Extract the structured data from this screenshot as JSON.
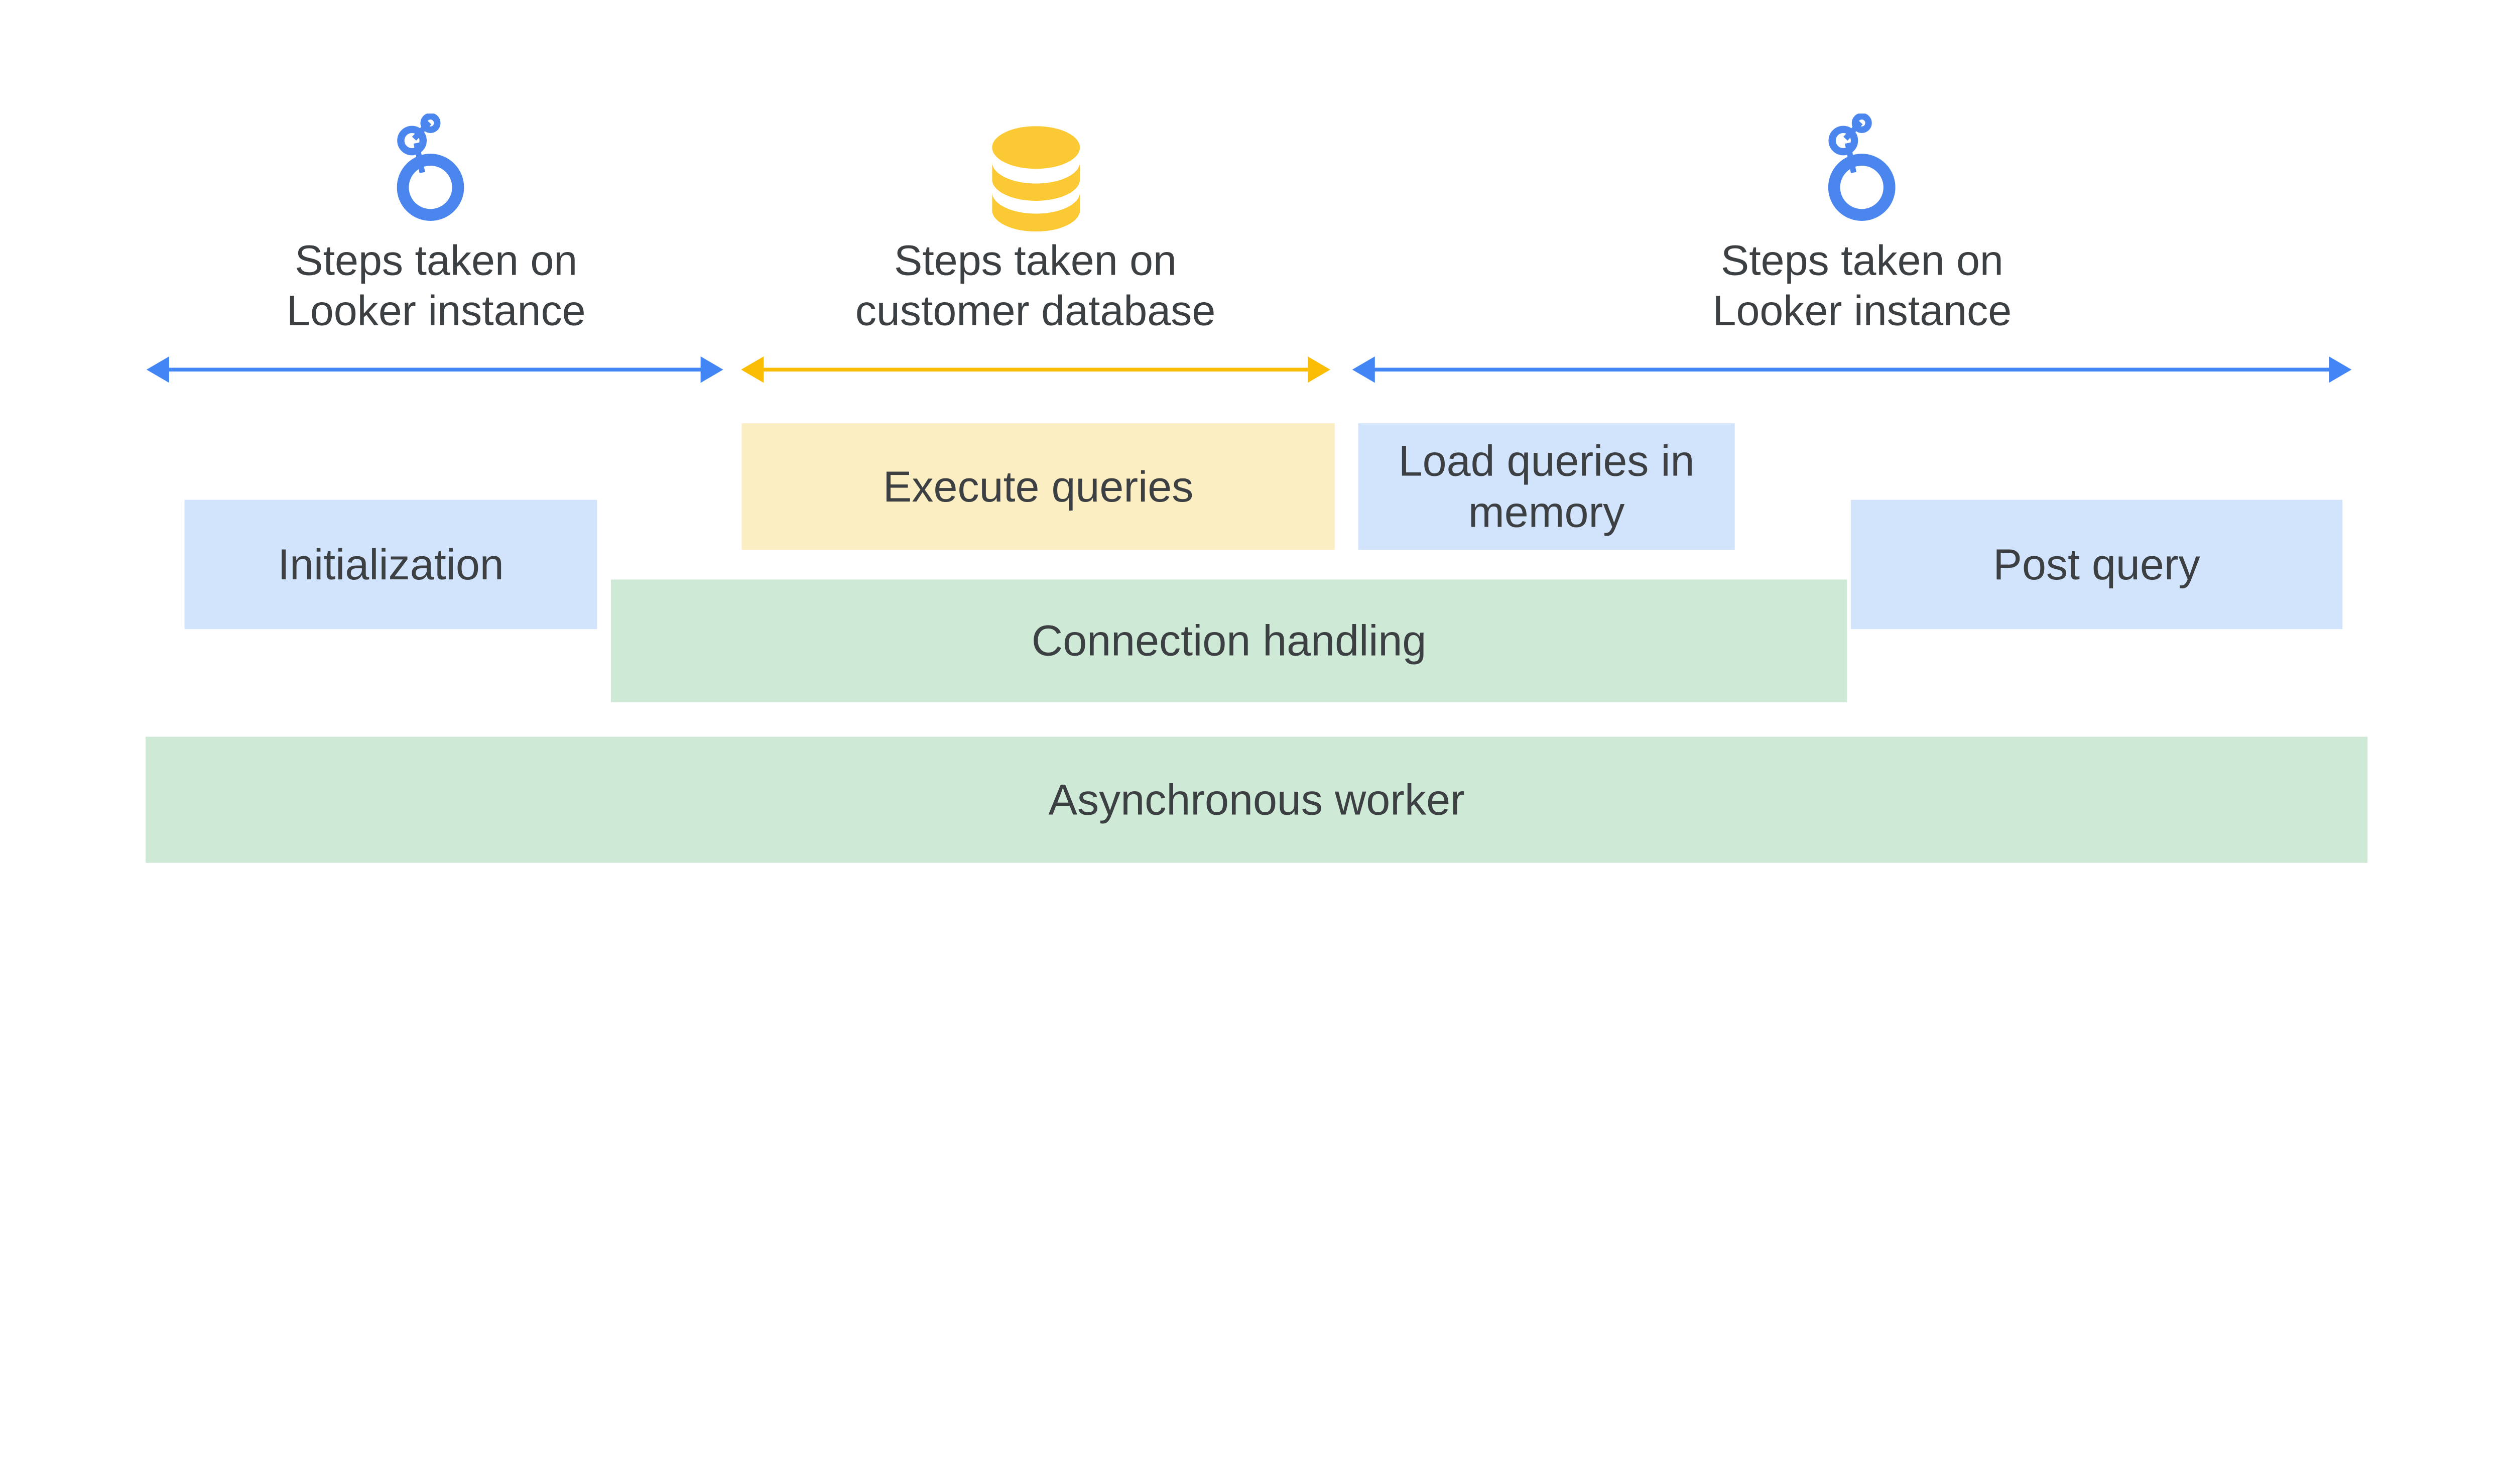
{
  "page": {
    "background": "#FFFFFF"
  },
  "colors": {
    "arrow-blue": "#4285F4",
    "arrow-yellow": "#FBBC04",
    "logo-blue": "#4A86EE",
    "db-yellow": "#FBC934",
    "box-light-blue": "#D2E3FC",
    "box-light-yellow": "#FCEEC3",
    "box-light-green": "#CEEAD6",
    "text": "#3C4043"
  },
  "icons": {
    "left": "looker-logo",
    "middle": "database",
    "right": "looker-logo"
  },
  "headings": {
    "left": {
      "line1": "Steps taken on",
      "line2": "Looker instance"
    },
    "middle": {
      "line1": "Steps taken on",
      "line2": "customer database"
    },
    "right": {
      "line1": "Steps taken on",
      "line2": "Looker instance"
    }
  },
  "boxes": {
    "initialization": {
      "label": "Initialization",
      "color": "light-blue"
    },
    "execute_queries": {
      "label": "Execute queries",
      "color": "light-yellow"
    },
    "load_queries": {
      "label": "Load queries in memory",
      "color": "light-blue"
    },
    "connection_handling": {
      "label": "Connection handling",
      "color": "light-green"
    },
    "post_query": {
      "label": "Post query",
      "color": "light-blue"
    },
    "async_worker": {
      "label": "Asynchronous worker",
      "color": "light-green"
    }
  }
}
